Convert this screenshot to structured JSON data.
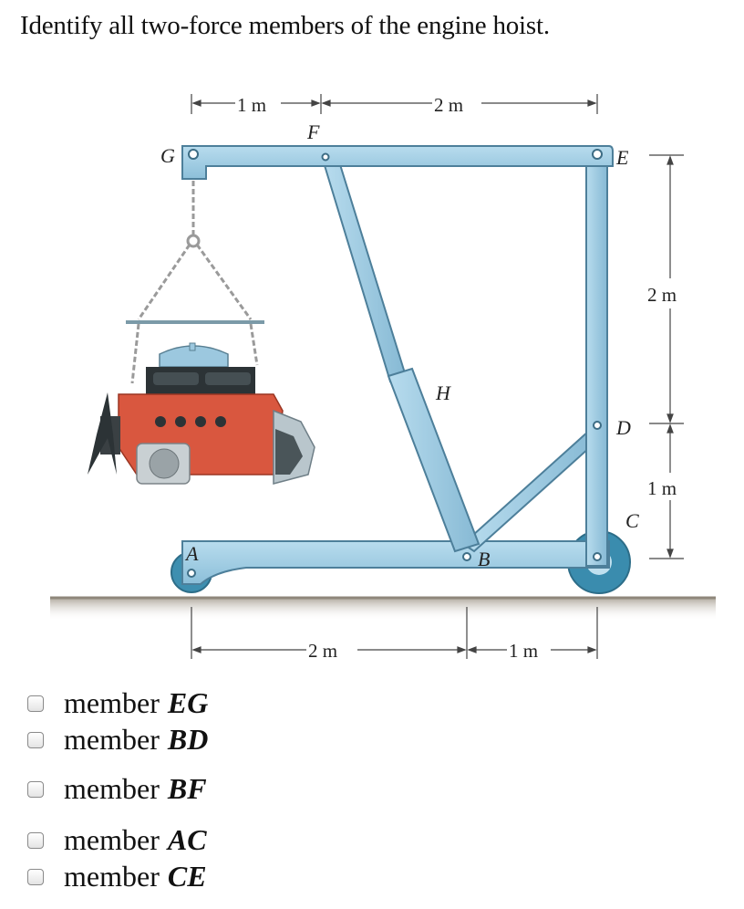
{
  "question": "Identify all two-force members of the engine hoist.",
  "figure": {
    "dimensions": {
      "top_left": "1 m",
      "top_right": "2 m",
      "right_upper": "2 m",
      "right_lower": "1 m",
      "bottom_left": "2 m",
      "bottom_right": "1 m"
    },
    "points": {
      "G": "G",
      "F": "F",
      "E": "E",
      "H": "H",
      "D": "D",
      "C": "C",
      "B": "B",
      "A": "A"
    },
    "colors": {
      "frame": "#9ccbe2",
      "frame_stroke": "#4d7f9a",
      "engine_red": "#d9573f",
      "engine_dark": "#2c3336",
      "ground": "#b8b0a2"
    }
  },
  "options": [
    {
      "word": "member",
      "var": "EG"
    },
    {
      "word": "member",
      "var": "BD"
    },
    {
      "word": "member",
      "var": "BF"
    },
    {
      "word": "member",
      "var": "AC"
    },
    {
      "word": "member",
      "var": "CE"
    }
  ]
}
